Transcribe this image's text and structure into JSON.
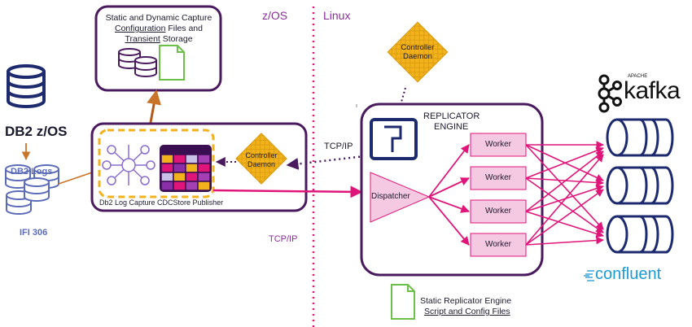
{
  "zones": {
    "zos": "z/OS",
    "linux": "Linux"
  },
  "db2": {
    "title": "DB2 z/OS",
    "logs": "DB2 Logs",
    "ifi": "IFI 306"
  },
  "storage_box": {
    "line1": "Static and Dynamic Capture",
    "line2": "Configuration",
    "line2_rest": " Files and",
    "line3": "Transient",
    "line3_rest": " Storage"
  },
  "capture_box": {
    "caption": "Db2 Log Capture CDCStore Publisher"
  },
  "controller_daemon": [
    "Controller",
    "Daemon"
  ],
  "tcpip": "TCP/IP",
  "replicator": {
    "title_line1": "REPLICATOR",
    "title_line2": "ENGINE",
    "dispatcher": "Dispatcher",
    "workers": [
      "Worker",
      "Worker",
      "Worker",
      "Worker"
    ]
  },
  "kafka": {
    "apache": "APACHE",
    "name": "kafka"
  },
  "confluent": "confluent",
  "static_files": {
    "line1": "Static Replicator Engine",
    "line2": "Script and Config Files"
  },
  "colors": {
    "purple": "#4a1a5e",
    "magenta": "#e0157a",
    "pink_fill": "#f6c9e3",
    "orange": "#c8742a",
    "gold": "#f2b21c",
    "navy": "#1d2a6e",
    "zone_text": "#8b2f9a",
    "green": "#6cc04a"
  }
}
